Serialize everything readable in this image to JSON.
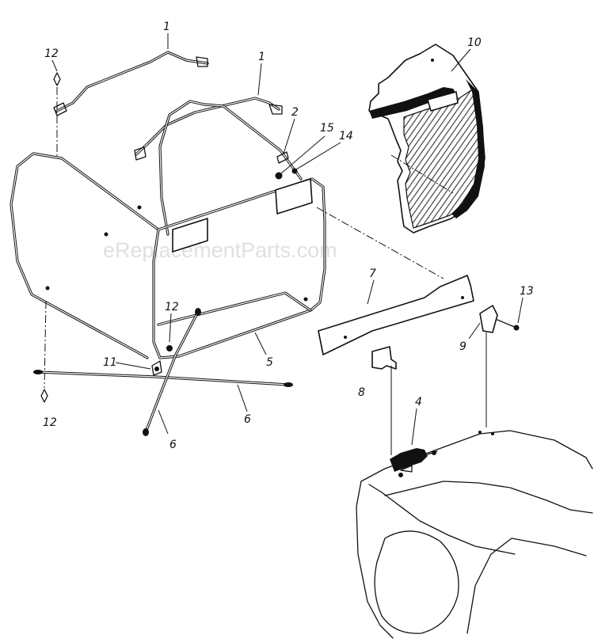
{
  "watermark": "eReplacementParts.com",
  "callouts": {
    "c1a": "1",
    "c1b": "1",
    "c2": "2",
    "c4": "4",
    "c5": "5",
    "c6a": "6",
    "c6b": "6",
    "c7": "7",
    "c8": "8",
    "c9": "9",
    "c10": "10",
    "c11": "11",
    "c12a": "12",
    "c12b": "12",
    "c12c": "12",
    "c13": "13",
    "c14": "14",
    "c15": "15"
  }
}
